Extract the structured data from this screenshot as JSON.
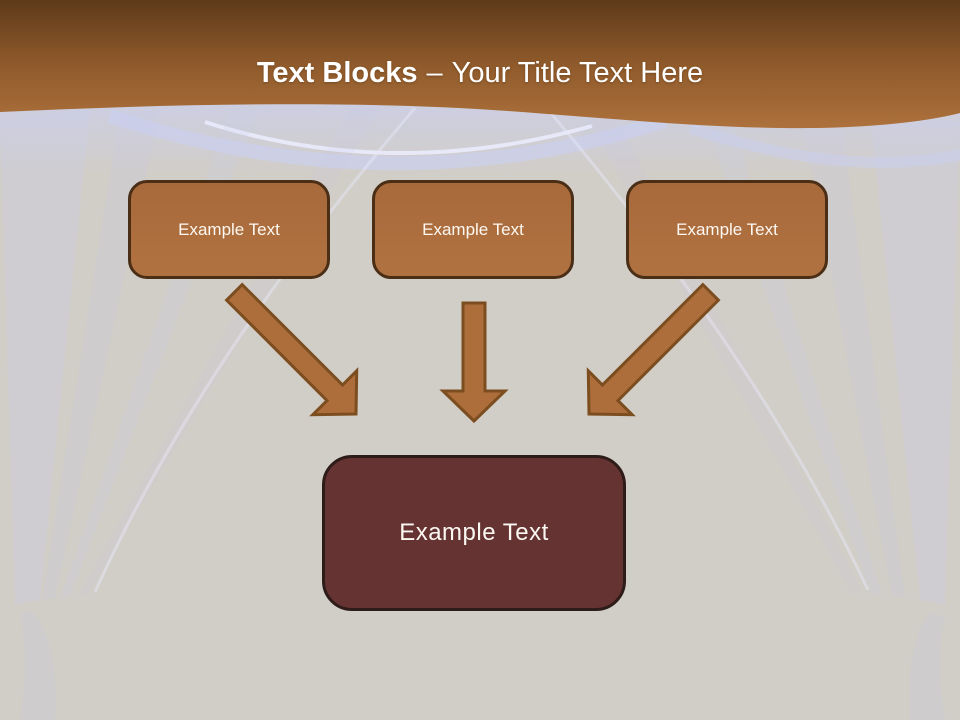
{
  "slide": {
    "title": {
      "bold": "Text Blocks",
      "separator": "–",
      "rest": "Your Title Text Here"
    },
    "top_boxes": [
      {
        "label": "Example Text"
      },
      {
        "label": "Example Text"
      },
      {
        "label": "Example Text"
      }
    ],
    "bottom_box": {
      "label": "Example Text"
    },
    "arrows": [
      "arrow-left-diagonal",
      "arrow-middle-down",
      "arrow-right-diagonal"
    ]
  },
  "colors": {
    "header-top": "#5e3a1b",
    "header-mid": "#8f5a2b",
    "header-bottom": "#ad713c",
    "title-text": "#ffffff",
    "box-fill": "#a8693b",
    "box-fill-light": "#b07140",
    "box-border": "#4b2e16",
    "box-text": "#fdf8f2",
    "bottom-box-fill": "#663333",
    "bottom-box-border": "#2e1c19",
    "bottom-box-text": "#fbf7f1",
    "arrow-fill": "#ad6e3c",
    "arrow-stroke": "#7c4d1f",
    "bg-base": "#d1cdc7",
    "curtain-lavender": "#cbcfef",
    "curtain-highlight": "#e9ebfc"
  }
}
